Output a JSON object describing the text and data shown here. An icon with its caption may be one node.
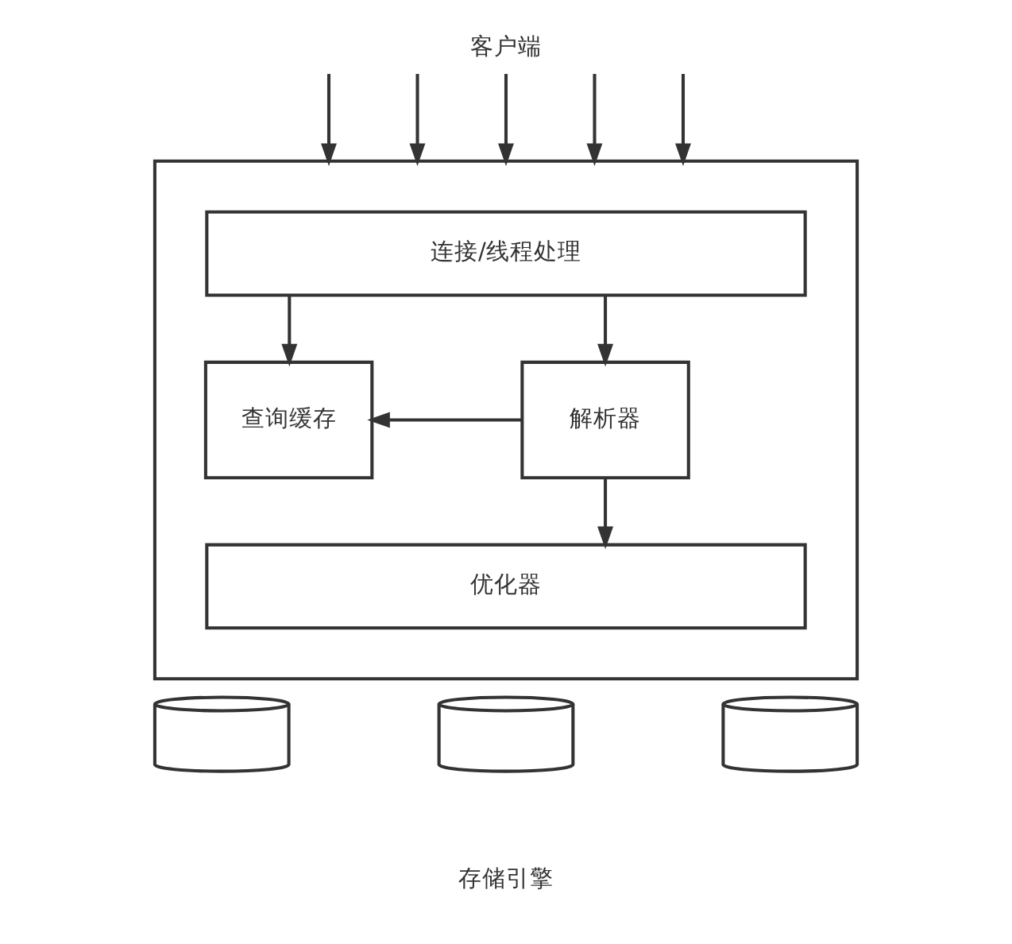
{
  "diagram": {
    "nodes": [
      {
        "text": [
          "客户端"
        ]
      },
      {
        "text": [],
        "shape": "box"
      },
      {
        "text": [
          "连接/线程处理"
        ],
        "in": 1
      },
      {
        "text": [
          "查询缓存"
        ],
        "in": 1
      },
      {
        "text": [
          "解析器"
        ],
        "in": 1
      },
      {
        "text": [
          "优化器"
        ],
        "in": 1
      },
      {
        "text": [],
        "shape": "cylinder"
      },
      {
        "text": [],
        "shape": "cylinder"
      },
      {
        "text": [],
        "shape": "cylinder"
      }
    ],
    "edges": [
      {
        "from": 0,
        "to": 1,
        "arrow": "to"
      },
      {
        "from": 0,
        "to": 1,
        "arrow": "to"
      },
      {
        "from": 0,
        "to": 1,
        "arrow": "to"
      },
      {
        "from": 0,
        "to": 1,
        "arrow": "to"
      },
      {
        "from": 0,
        "to": 1,
        "arrow": "to"
      },
      {
        "from": 2,
        "to": 3,
        "arrow": "to"
      },
      {
        "from": 2,
        "to": 4,
        "arrow": "to"
      },
      {
        "from": 4,
        "to": 3,
        "arrow": "to"
      },
      {
        "from": 4,
        "to": 5,
        "arrow": "to"
      }
    ],
    "labels": [
      "存储引擎"
    ]
  }
}
